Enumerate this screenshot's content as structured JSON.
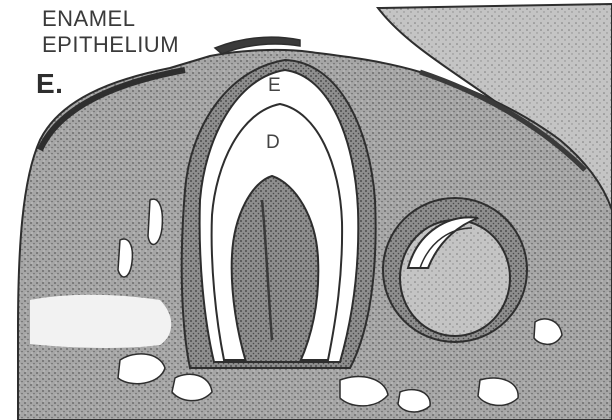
{
  "labels": {
    "title_line1": "ENAMEL",
    "title_line2": "EPITHELIUM",
    "panel": "E.",
    "enamel": "E",
    "dentin": "D"
  },
  "colors": {
    "ink": "#2e2e2e",
    "tissue": "#9c9c9c",
    "pulp": "#8a8a8a",
    "paper": "#ffffff"
  }
}
